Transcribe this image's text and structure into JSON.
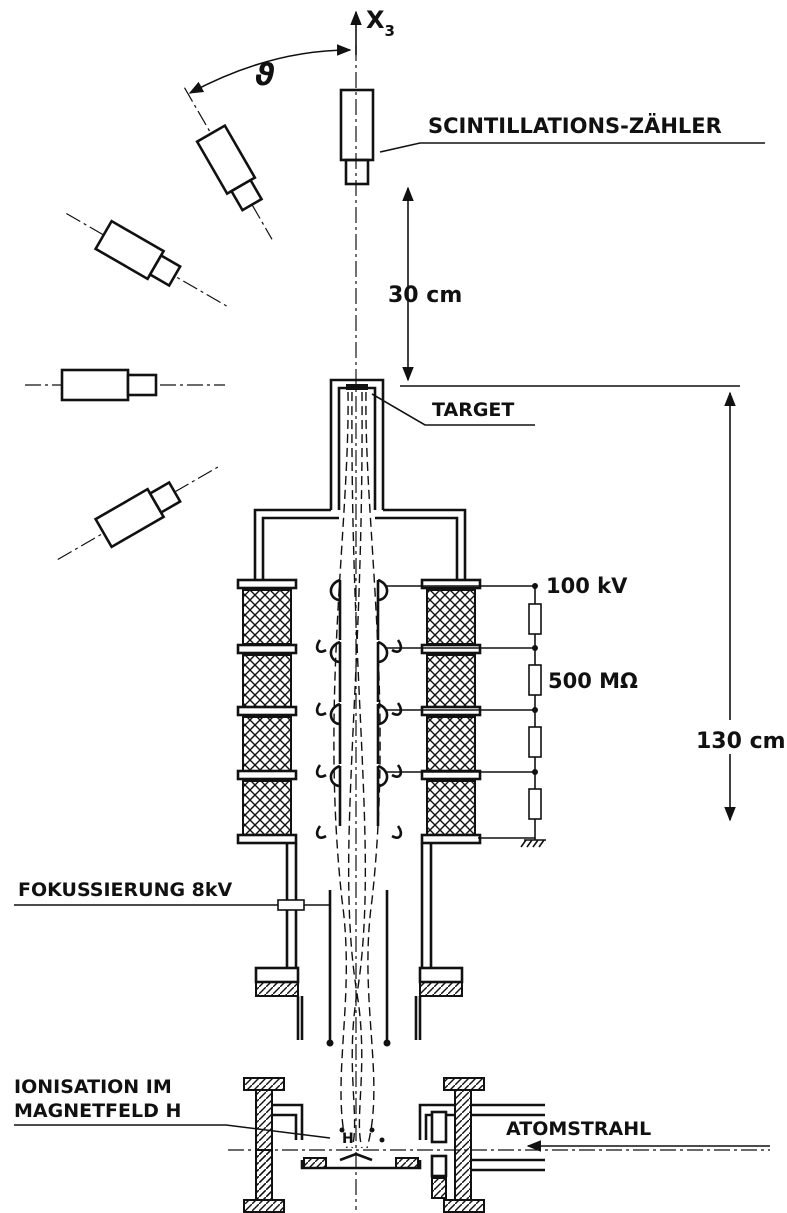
{
  "labels": {
    "axis": "X",
    "axis_sub": "3",
    "angle": "ϑ",
    "scintillator": "SCINTILLATIONS-ZÄHLER",
    "dist_short": "30 cm",
    "target": "TARGET",
    "voltage_top": "100 kV",
    "resistor": "500 MΩ",
    "dist_long": "130 cm",
    "focus": "FOKUSSIERUNG 8kV",
    "ionisation_line1": "IONISATION IM",
    "ionisation_line2": "MAGNETFELD H",
    "atom_beam": "ATOMSTRAHL"
  },
  "colors": {
    "ink": "#111111",
    "paper": "#ffffff"
  }
}
